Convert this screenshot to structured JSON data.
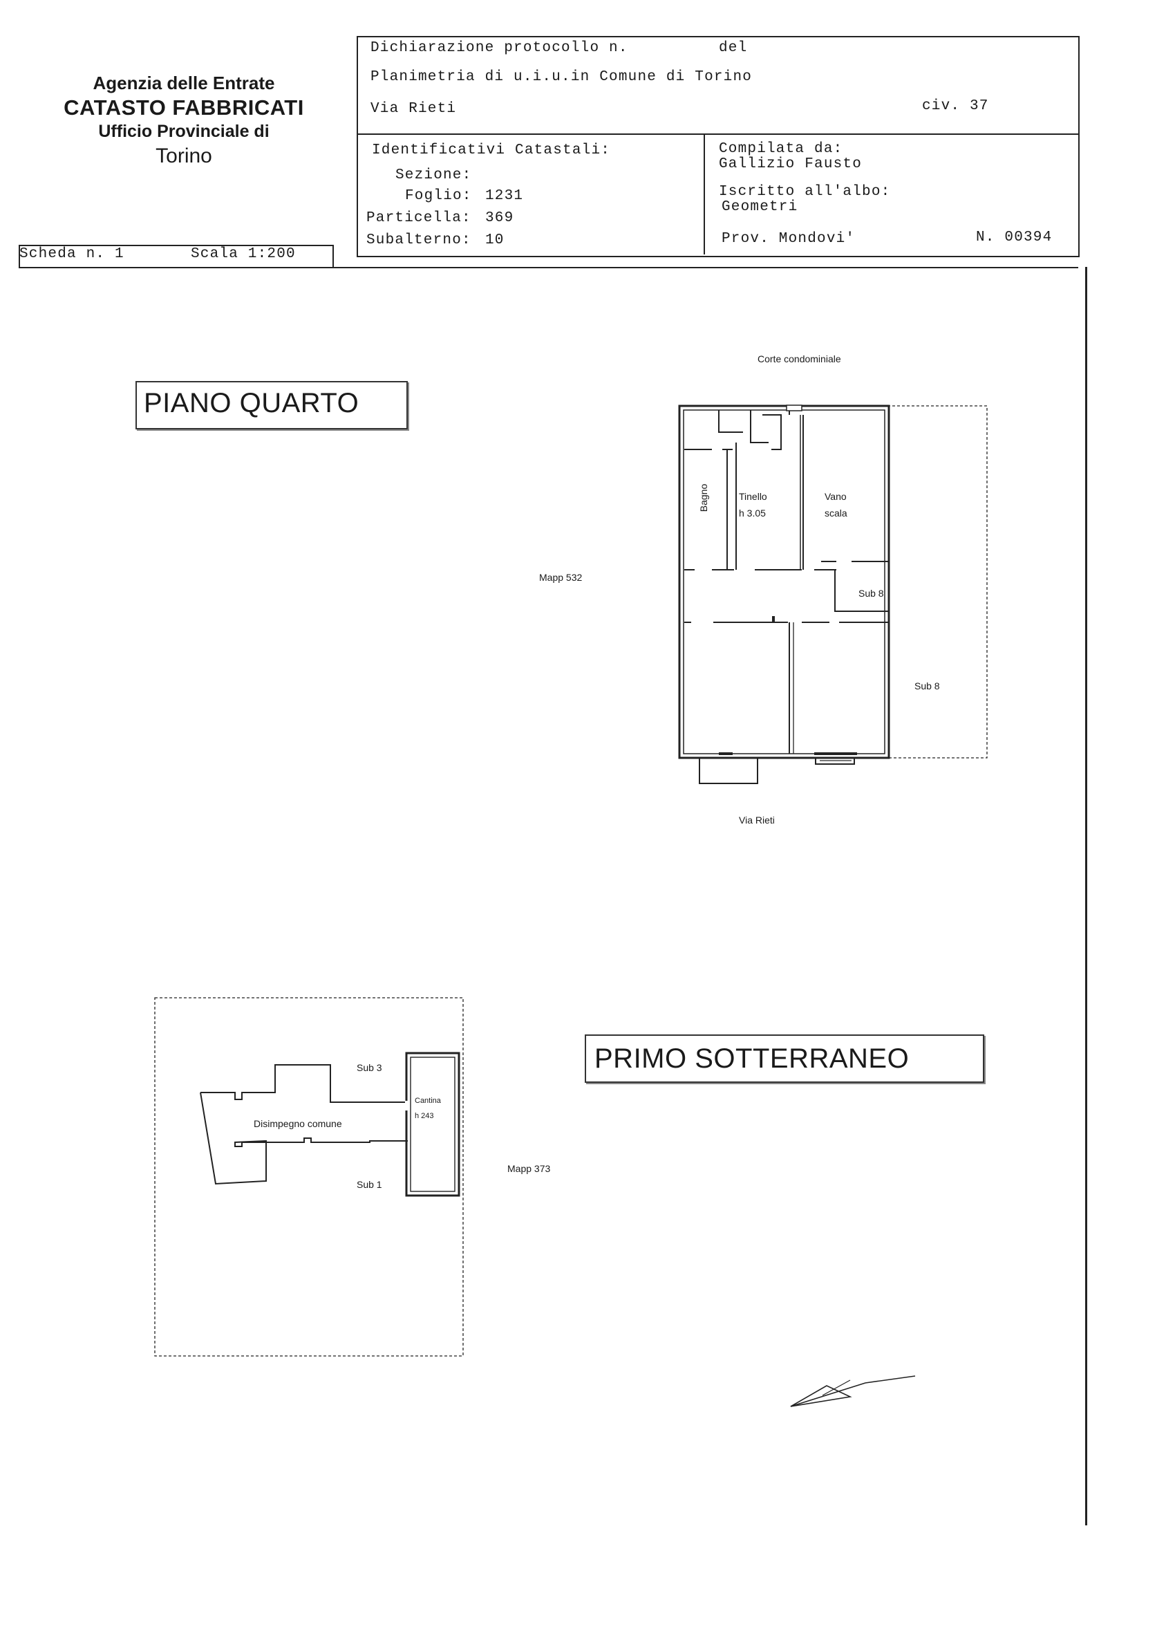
{
  "agency": {
    "name": "Agenzia delle Entrate",
    "department": "CATASTO FABBRICATI",
    "office": "Ufficio Provinciale di",
    "city": "Torino"
  },
  "scheda": {
    "label": "Scheda n. 1",
    "scale": "Scala 1:200"
  },
  "header": {
    "protocol_label": "Dichiarazione protocollo n.",
    "del_label": "del",
    "planimetria": "Planimetria di u.i.u.in Comune di Torino",
    "street": "Via Rieti",
    "civ": "civ. 37"
  },
  "identificativi": {
    "heading": "Identificativi Catastali:",
    "sezione_label": "Sezione:",
    "sezione_value": "",
    "foglio_label": "Foglio:",
    "foglio_value": "1231",
    "particella_label": "Particella:",
    "particella_value": "369",
    "subalterno_label": "Subalterno:",
    "subalterno_value": "10"
  },
  "compilata": {
    "heading": "Compilata da:",
    "name": "Gallizio Fausto",
    "iscritto_label": "Iscritto all'albo:",
    "albo": "Geometri",
    "prov": "Prov. Mondovi'",
    "number": "N. 00394"
  },
  "piano_quarto": {
    "title": "PIANO QUARTO",
    "corte": "Corte condominiale",
    "mapp": "Mapp 532",
    "bagno": "Bagno",
    "tinello": "Tinello",
    "tinello_h": "h 3.05",
    "vano": "Vano",
    "scala": "scala",
    "sub8_a": "Sub 8",
    "sub8_b": "Sub 8",
    "via": "Via Rieti"
  },
  "primo_sotterraneo": {
    "title": "PRIMO SOTTERRANEO",
    "sub3": "Sub 3",
    "cantina": "Cantina",
    "cantina_h": "h 243",
    "disimpegno": "Disimpegno comune",
    "sub1": "Sub 1",
    "mapp": "Mapp 373"
  }
}
